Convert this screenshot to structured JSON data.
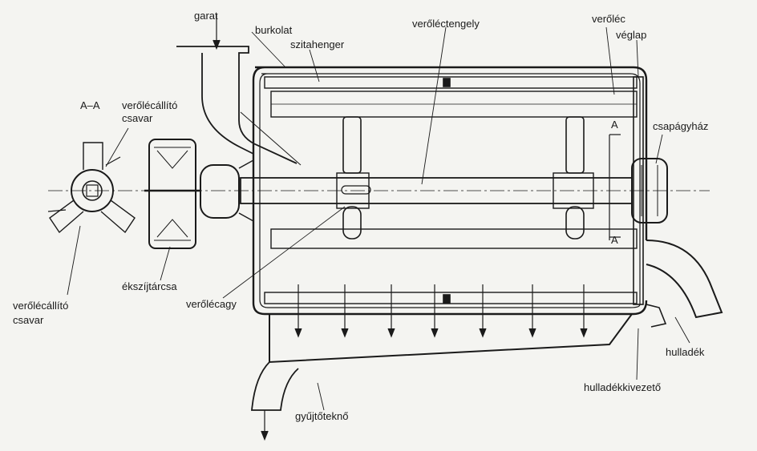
{
  "labels": {
    "garat": "garat",
    "burkolat": "burkolat",
    "szitahenger": "szitahenger",
    "verolectengely": "verőléctengely",
    "verolec": "verőléc",
    "veglap": "véglap",
    "section": "A–A",
    "verolecallito_top_line1": "verőlécállító",
    "verolecallito_top_line2": "csavar",
    "csapagyhaz": "csapágyház",
    "section_mark_top": "A",
    "section_mark_bottom": "A",
    "ekszijtarcsa": "ékszíjtárcsa",
    "verolecallito_bottom_line1": "verőlécállító",
    "verolecallito_bottom_line2": "csavar",
    "verolecagy": "verőlécagy",
    "hulladek": "hulladék",
    "hulladekkivezeto": "hulladékkivezető",
    "gyujtotekno": "gyűjtőteknő"
  },
  "colors": {
    "ink": "#1a1a1a",
    "paper": "#f4f4f1"
  }
}
